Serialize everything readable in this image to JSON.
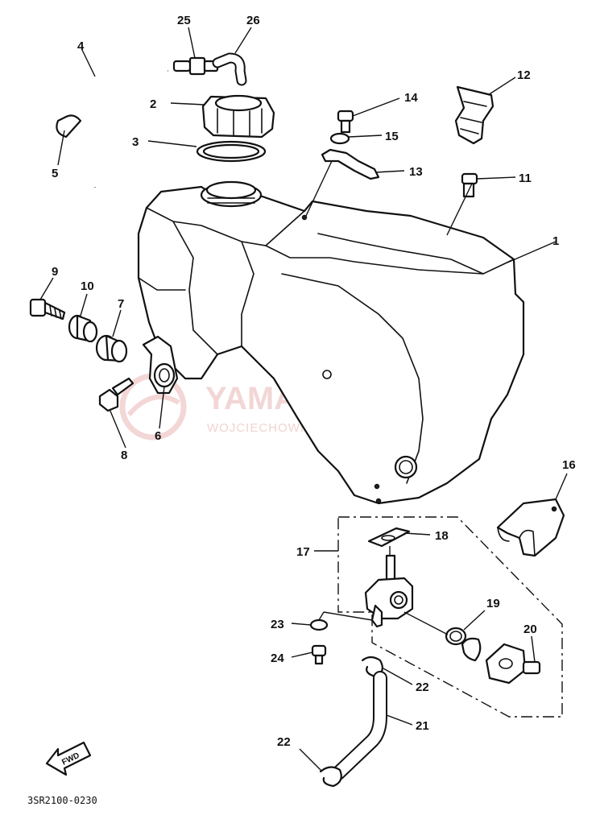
{
  "diagram_code": "3SR2100-0230",
  "fwd_label": "FWD",
  "watermark": {
    "title": "YAMA-SKLEP.PL",
    "subtitle": "WOJCIECHOWICZ - DEALER YAMAHA"
  },
  "callouts": {
    "c1": "1",
    "c2": "2",
    "c3": "3",
    "c4": "4",
    "c5": "5",
    "c6": "6",
    "c7": "7",
    "c8": "8",
    "c9": "9",
    "c10": "10",
    "c11": "11",
    "c12": "12",
    "c13": "13",
    "c14": "14",
    "c15": "15",
    "c16": "16",
    "c17": "17",
    "c18": "18",
    "c19": "19",
    "c20": "20",
    "c21": "21",
    "c22a": "22",
    "c22b": "22",
    "c23": "23",
    "c24": "24",
    "c25": "25",
    "c26": "26"
  }
}
